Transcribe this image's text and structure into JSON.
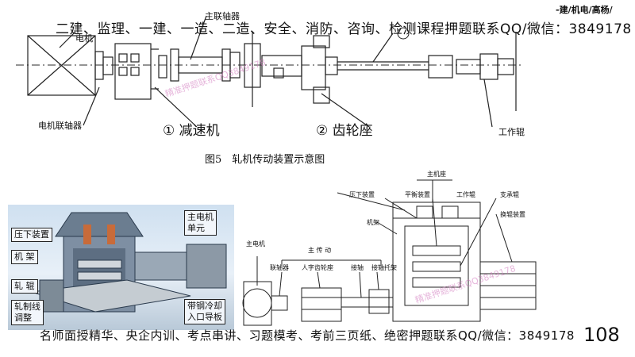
{
  "banner_top": "二建、监理、一建、一造、二造、安全、消防、咨询、检测课程押题联系QQ/微信：3849178",
  "tagline_top_right": "-建/机电/高杨/",
  "banner_bottom": "名师面授精华、央企内训、考点串讲、习题模考、考前三页纸、绝密押题联系QQ/微信：3849178",
  "page_number": "108",
  "figure5": {
    "caption": "图5　轧机传动装置示意图",
    "labels": {
      "motor": "电机",
      "motor_coupling": "电机联轴器",
      "main_coupling": "主联轴器",
      "reducer": "① 减速机",
      "gear_seat": "② 齿轮座",
      "work_roll": "工作辊",
      "marker3": "③"
    },
    "watermark": "精准押题联系QQ3849178"
  },
  "photo_diagram": {
    "callouts": {
      "press_device": "压下装置",
      "frame": "机 架",
      "roll": "轧 辊",
      "roll_adjust": "轧制线\n调整",
      "main_motor": "主电机\n单元",
      "guide": "带钢冷却\n入口导板"
    }
  },
  "cad_diagram": {
    "labels": {
      "main_seat": "主机座",
      "press_device": "压下装置",
      "balance_device": "平衡装置",
      "work_roll": "工作辊",
      "support_roll": "支承辊",
      "frame": "机架",
      "roll_change": "换辊装置",
      "main_motor": "主电机",
      "main_drive": "主 传 动",
      "coupling": "联轴器",
      "herringbone_gear_seat": "人字齿轮座",
      "connecting_shaft": "接轴",
      "shaft_bracket": "接轴托架"
    },
    "watermark": "精准押题联系QQ3849178"
  }
}
